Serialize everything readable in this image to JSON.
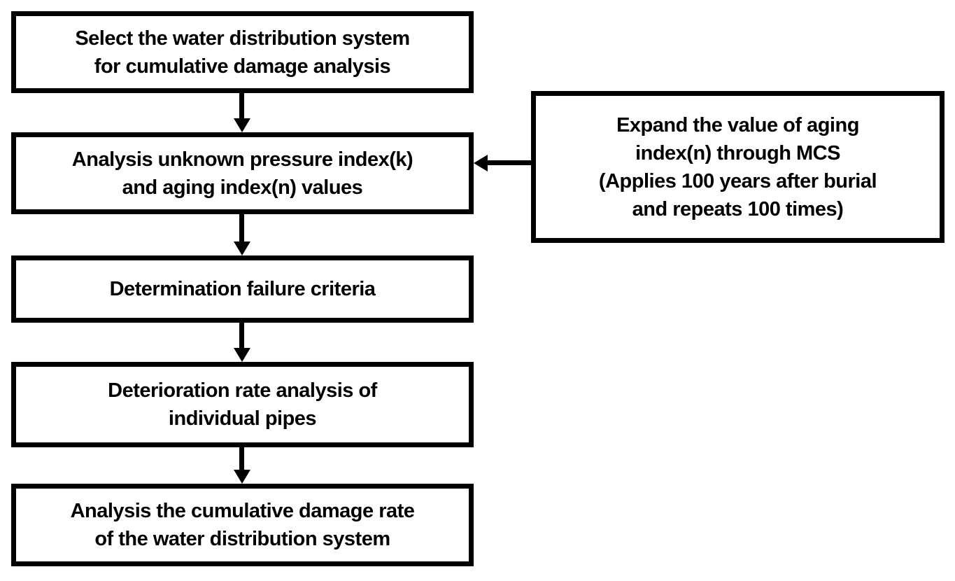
{
  "flowchart": {
    "type": "flowchart",
    "colors": {
      "background": "#ffffff",
      "box_border": "#000000",
      "text": "#000000",
      "arrow": "#000000"
    },
    "steps": [
      {
        "id": "select-system",
        "text": "Select the water distribution system\nfor cumulative damage analysis"
      },
      {
        "id": "analysis-indexes",
        "text": "Analysis unknown pressure index(k)\nand aging index(n) values"
      },
      {
        "id": "failure-criteria",
        "text": "Determination failure criteria"
      },
      {
        "id": "deterioration-rate",
        "text": "Deterioration rate analysis of\nindividual pipes"
      },
      {
        "id": "cumulative-damage",
        "text": "Analysis the cumulative damage rate\nof the water distribution system"
      }
    ],
    "side_note": {
      "id": "mcs-expansion",
      "text": "Expand the value of aging\nindex(n) through MCS\n(Applies 100 years after burial\nand repeats 100 times)"
    },
    "connections": [
      "select-system -> analysis-indexes",
      "analysis-indexes -> failure-criteria",
      "failure-criteria -> deterioration-rate",
      "deterioration-rate -> cumulative-damage",
      "mcs-expansion -> analysis-indexes"
    ]
  }
}
